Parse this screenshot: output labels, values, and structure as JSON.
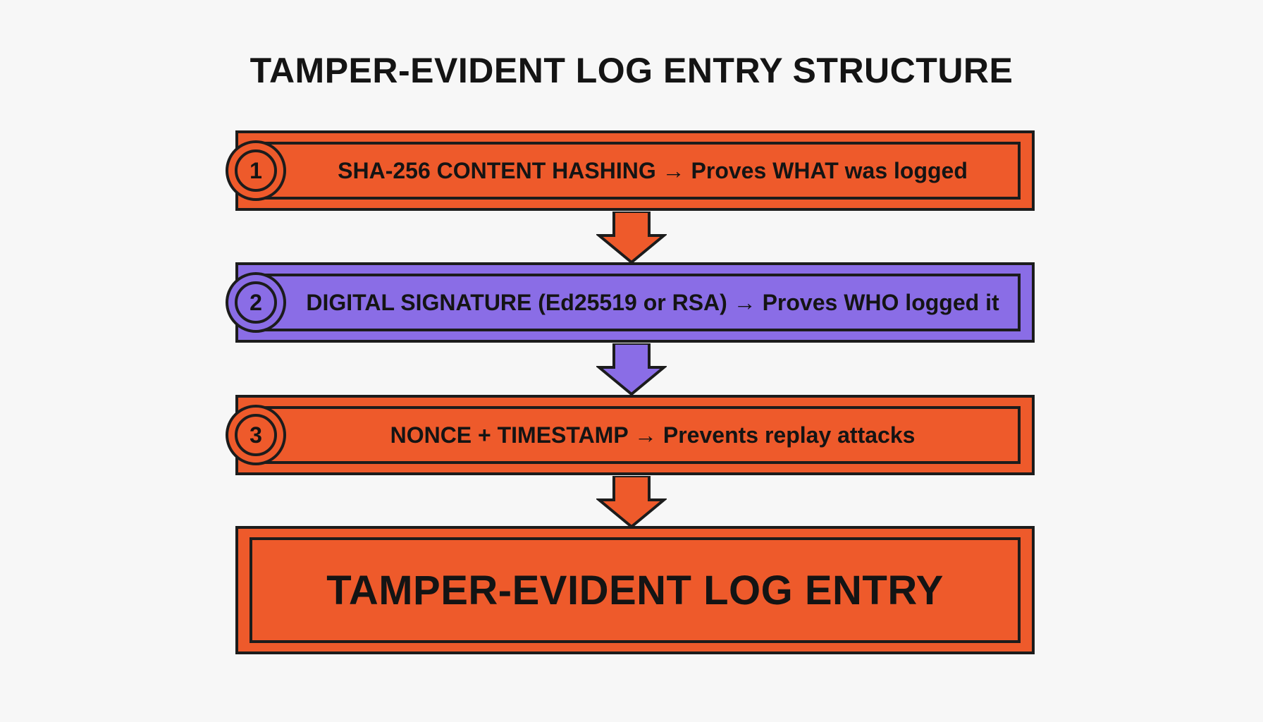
{
  "title": "TAMPER-EVIDENT LOG ENTRY STRUCTURE",
  "steps": [
    {
      "number": "1",
      "label": "SHA-256 CONTENT HASHING → Proves WHAT was logged",
      "color": "#ee5a2b"
    },
    {
      "number": "2",
      "label": "DIGITAL SIGNATURE (Ed25519 or RSA) → Proves WHO logged it",
      "color": "#8a6de6"
    },
    {
      "number": "3",
      "label": "NONCE + TIMESTAMP → Prevents replay attacks",
      "color": "#ee5a2b"
    }
  ],
  "result": {
    "label": "TAMPER-EVIDENT LOG ENTRY",
    "color": "#ee5a2b"
  },
  "colors": {
    "orange": "#ee5a2b",
    "purple": "#8a6de6",
    "outline": "#1c1c1c",
    "background": "#f7f7f7"
  }
}
